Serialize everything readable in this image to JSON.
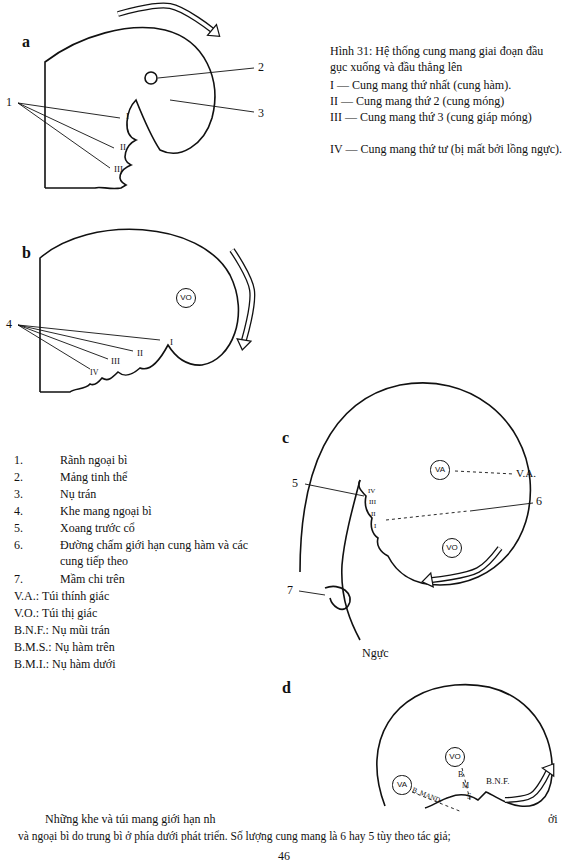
{
  "diagram": {
    "caption": "Hình 31: Hệ thống cung mang giai đoạn đầu gục xuống và đầu thẳng lên",
    "nodes": [
      {
        "text": [
          "VO"
        ]
      },
      {
        "text": [
          "VA"
        ]
      },
      {
        "text": [
          "VO"
        ]
      },
      {
        "text": [
          "VA"
        ]
      },
      {
        "text": [
          "VO"
        ]
      }
    ],
    "labels": [
      "a",
      "2",
      "3",
      "1",
      "I",
      "II",
      "III",
      "I — Cung mang thứ nhất (cung hàm).",
      "II — Cung mang thứ 2 (cung móng)",
      "III — Cung mang thứ 3 (cung giáp móng)",
      "IV — Cung mang thứ tư (bị mất bởi lồng ngực).",
      "b",
      "4",
      "I",
      "II",
      "III",
      "IV",
      "1.",
      "Rãnh ngoại bì",
      "2.",
      "Mảng tinh thể",
      "3.",
      "Nụ trán",
      "4.",
      "Khe mang ngoại bì",
      "5.",
      "Xoang trước cổ",
      "6.",
      "Đường chấm giới hạn cung hàm và các cung tiếp theo",
      "7.",
      "Mầm chi trên",
      "V.A.: Túi thính giác",
      "V.O.: Túi thị giác",
      "B.N.F.: Nụ mũi trán",
      "B.M.S.: Nụ hàm trên",
      "B.M.I.: Nụ hàm dưới",
      "c",
      "5",
      "V.A.",
      "6",
      "7",
      "Ngực",
      "IV",
      "III",
      "II",
      "I",
      "d",
      "B",
      "M",
      "S",
      "B.N.F.",
      "B. MAND.",
      "Những khe và túi mang giới hạn nh",
      "ởi",
      "và ngoại bì do trung bì ở phía dưới phát triển. Số lượng cung mang là 6 hay 5 tùy theo tác giả;",
      "46"
    ]
  }
}
